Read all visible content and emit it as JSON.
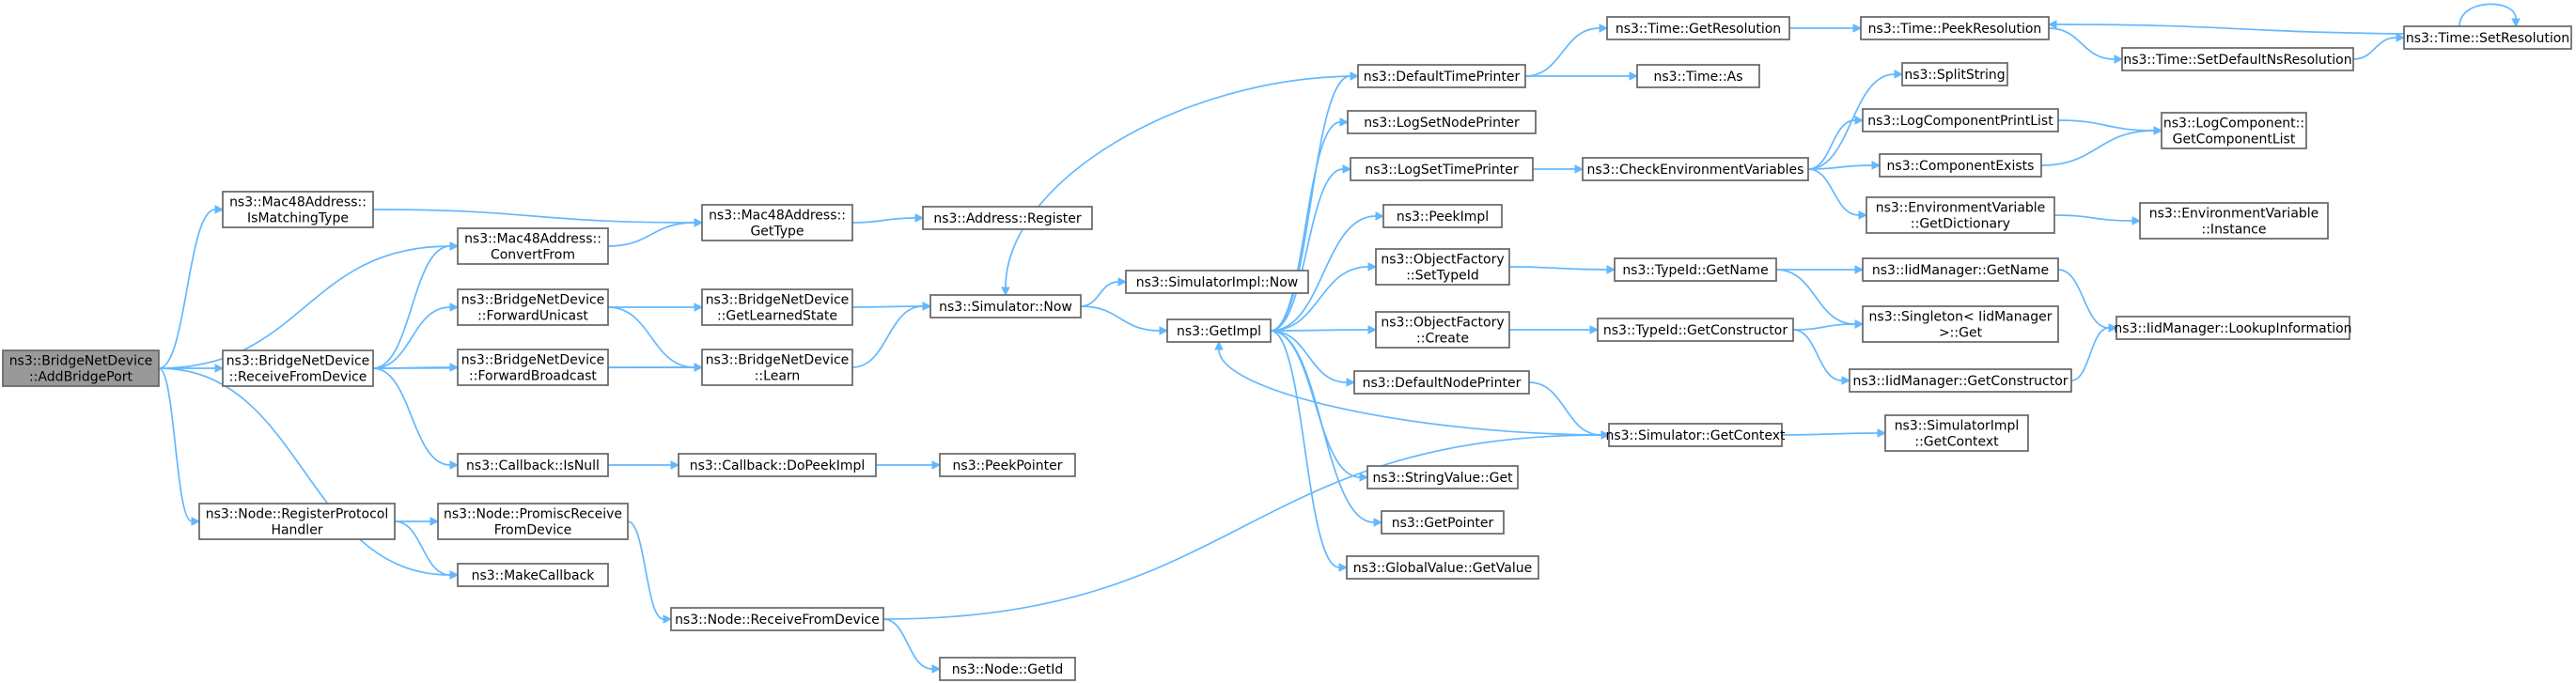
{
  "graph": {
    "title": "ns3::BridgeNetDevice::AddBridgePort call graph",
    "colors": {
      "edge": "#63b8ff",
      "node_border": "#666666",
      "root_fill": "#999999",
      "node_fill": "#ffffff"
    },
    "nodes": [
      {
        "id": "n_add",
        "lines": [
          "ns3::BridgeNetDevice",
          "::AddBridgePort"
        ],
        "root": true
      },
      {
        "id": "n_ismatch",
        "lines": [
          "ns3::Mac48Address::",
          "IsMatchingType"
        ]
      },
      {
        "id": "n_convert",
        "lines": [
          "ns3::Mac48Address::",
          "ConvertFrom"
        ]
      },
      {
        "id": "n_recv",
        "lines": [
          "ns3::BridgeNetDevice",
          "::ReceiveFromDevice"
        ]
      },
      {
        "id": "n_regproto",
        "lines": [
          "ns3::Node::RegisterProtocol",
          "Handler"
        ]
      },
      {
        "id": "n_gettype",
        "lines": [
          "ns3::Mac48Address::",
          "GetType"
        ]
      },
      {
        "id": "n_fwduni",
        "lines": [
          "ns3::BridgeNetDevice",
          "::ForwardUnicast"
        ]
      },
      {
        "id": "n_fwdbc",
        "lines": [
          "ns3::BridgeNetDevice",
          "::ForwardBroadcast"
        ]
      },
      {
        "id": "n_isnull",
        "lines": [
          "ns3::Callback::IsNull"
        ]
      },
      {
        "id": "n_promisc",
        "lines": [
          "ns3::Node::PromiscReceive",
          "FromDevice"
        ]
      },
      {
        "id": "n_makecb",
        "lines": [
          "ns3::MakeCallback"
        ]
      },
      {
        "id": "n_addrreg",
        "lines": [
          "ns3::Address::Register"
        ]
      },
      {
        "id": "n_learned",
        "lines": [
          "ns3::BridgeNetDevice",
          "::GetLearnedState"
        ]
      },
      {
        "id": "n_learn",
        "lines": [
          "ns3::BridgeNetDevice",
          "::Learn"
        ]
      },
      {
        "id": "n_dopeek",
        "lines": [
          "ns3::Callback::DoPeekImpl"
        ]
      },
      {
        "id": "n_peekptr",
        "lines": [
          "ns3::PeekPointer"
        ]
      },
      {
        "id": "n_noderecv",
        "lines": [
          "ns3::Node::ReceiveFromDevice"
        ]
      },
      {
        "id": "n_getid",
        "lines": [
          "ns3::Node::GetId"
        ]
      },
      {
        "id": "n_simnow",
        "lines": [
          "ns3::Simulator::Now"
        ]
      },
      {
        "id": "n_simimplnow",
        "lines": [
          "ns3::SimulatorImpl::Now"
        ]
      },
      {
        "id": "n_getimpl",
        "lines": [
          "ns3::GetImpl"
        ]
      },
      {
        "id": "n_deftime",
        "lines": [
          "ns3::DefaultTimePrinter"
        ]
      },
      {
        "id": "n_logsetnode",
        "lines": [
          "ns3::LogSetNodePrinter"
        ]
      },
      {
        "id": "n_logsettime",
        "lines": [
          "ns3::LogSetTimePrinter"
        ]
      },
      {
        "id": "n_peekimpl",
        "lines": [
          "ns3::PeekImpl"
        ]
      },
      {
        "id": "n_ofsettype",
        "lines": [
          "ns3::ObjectFactory",
          "::SetTypeId"
        ]
      },
      {
        "id": "n_ofcreate",
        "lines": [
          "ns3::ObjectFactory",
          "::Create"
        ]
      },
      {
        "id": "n_defnode",
        "lines": [
          "ns3::DefaultNodePrinter"
        ]
      },
      {
        "id": "n_strget",
        "lines": [
          "ns3::StringValue::Get"
        ]
      },
      {
        "id": "n_getptr",
        "lines": [
          "ns3::GetPointer"
        ]
      },
      {
        "id": "n_gvget",
        "lines": [
          "ns3::GlobalValue::GetValue"
        ]
      },
      {
        "id": "n_getres",
        "lines": [
          "ns3::Time::GetResolution"
        ]
      },
      {
        "id": "n_timeas",
        "lines": [
          "ns3::Time::As"
        ]
      },
      {
        "id": "n_checkenv",
        "lines": [
          "ns3::CheckEnvironmentVariables"
        ]
      },
      {
        "id": "n_tidname",
        "lines": [
          "ns3::TypeId::GetName"
        ]
      },
      {
        "id": "n_tidctor",
        "lines": [
          "ns3::TypeId::GetConstructor"
        ]
      },
      {
        "id": "n_simctx",
        "lines": [
          "ns3::Simulator::GetContext"
        ]
      },
      {
        "id": "n_peekres",
        "lines": [
          "ns3::Time::PeekResolution"
        ]
      },
      {
        "id": "n_setdefns",
        "lines": [
          "ns3::Time::SetDefaultNsResolution"
        ]
      },
      {
        "id": "n_setres",
        "lines": [
          "ns3::Time::SetResolution"
        ]
      },
      {
        "id": "n_split",
        "lines": [
          "ns3::SplitString"
        ]
      },
      {
        "id": "n_logcpl",
        "lines": [
          "ns3::LogComponentPrintList"
        ]
      },
      {
        "id": "n_compexists",
        "lines": [
          "ns3::ComponentExists"
        ]
      },
      {
        "id": "n_envdict",
        "lines": [
          "ns3::EnvironmentVariable",
          "::GetDictionary"
        ]
      },
      {
        "id": "n_logcomplist",
        "lines": [
          "ns3::LogComponent::",
          "GetComponentList"
        ]
      },
      {
        "id": "n_envinst",
        "lines": [
          "ns3::EnvironmentVariable",
          "::Instance"
        ]
      },
      {
        "id": "n_iidname",
        "lines": [
          "ns3::IidManager::GetName"
        ]
      },
      {
        "id": "n_singleton",
        "lines": [
          "ns3::Singleton< IidManager",
          ">::Get"
        ]
      },
      {
        "id": "n_iidctor",
        "lines": [
          "ns3::IidManager::GetConstructor"
        ]
      },
      {
        "id": "n_iidlookup",
        "lines": [
          "ns3::IidManager::LookupInformation"
        ]
      },
      {
        "id": "n_simimplctx",
        "lines": [
          "ns3::SimulatorImpl",
          "::GetContext"
        ]
      }
    ]
  }
}
